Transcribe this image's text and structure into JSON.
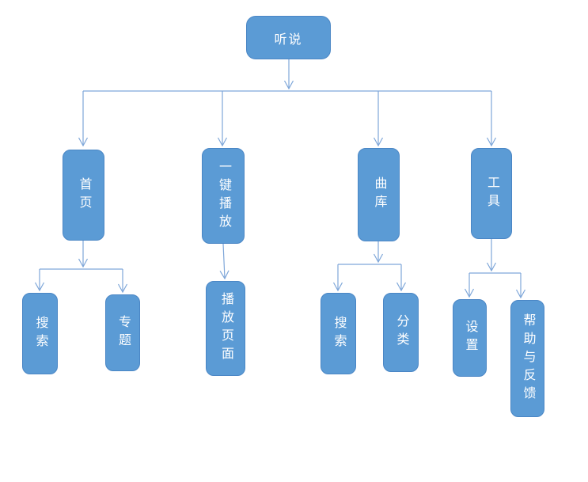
{
  "diagram": {
    "root": {
      "label": "听说"
    },
    "branches": [
      {
        "label": "首页",
        "children": [
          {
            "label": "搜索"
          },
          {
            "label": "专题"
          }
        ]
      },
      {
        "label": "一键播放",
        "children": [
          {
            "label": "播放页面"
          }
        ]
      },
      {
        "label": "曲库",
        "children": [
          {
            "label": "搜索"
          },
          {
            "label": "分类"
          }
        ]
      },
      {
        "label": "工具",
        "children": [
          {
            "label": "设置"
          },
          {
            "label": "帮助与反馈"
          }
        ]
      }
    ],
    "colors": {
      "node_fill": "#5B9BD5",
      "node_border": "#4A86C5",
      "connector": "#7FA7D9",
      "node_text": "#FFFFFF",
      "background": "#FFFFFF"
    }
  }
}
